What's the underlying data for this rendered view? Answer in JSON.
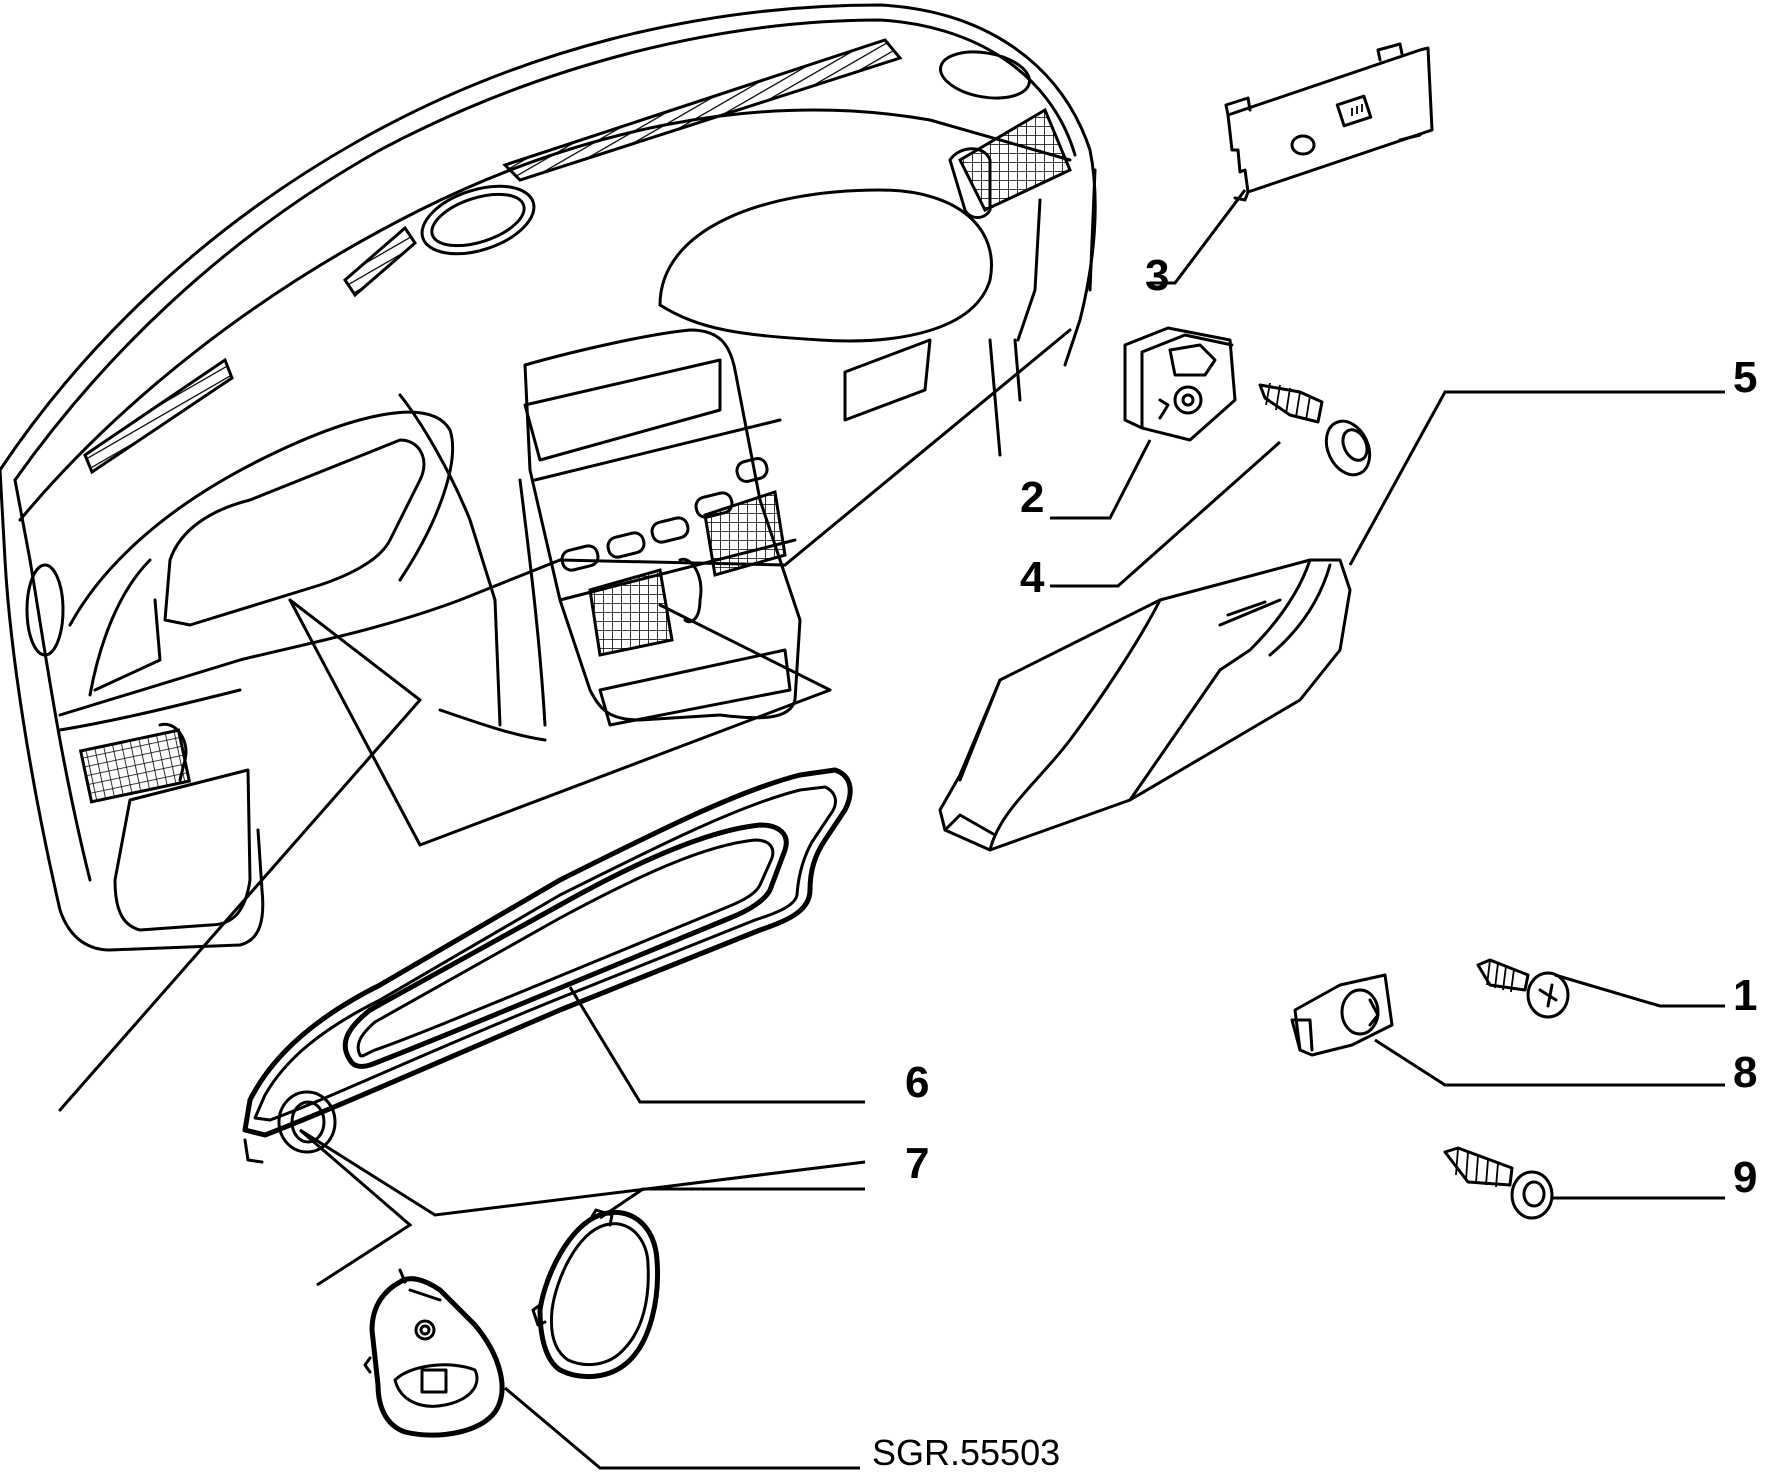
{
  "diagram": {
    "reference_code": "SGR.55503",
    "callouts": [
      {
        "id": "1",
        "label": "1"
      },
      {
        "id": "2",
        "label": "2"
      },
      {
        "id": "3",
        "label": "3"
      },
      {
        "id": "4",
        "label": "4"
      },
      {
        "id": "5",
        "label": "5"
      },
      {
        "id": "6",
        "label": "6"
      },
      {
        "id": "7",
        "label": "7"
      },
      {
        "id": "8",
        "label": "8"
      },
      {
        "id": "9",
        "label": "9"
      }
    ]
  }
}
